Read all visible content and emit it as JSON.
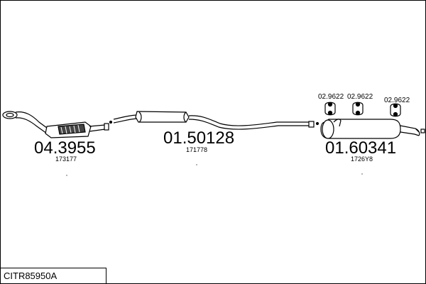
{
  "diagram_code": "CITR85950A",
  "parts": [
    {
      "part_number": "04.3955",
      "ref": "173177"
    },
    {
      "part_number": "01.50128",
      "ref": "171778"
    },
    {
      "part_number": "01.60341",
      "ref": "1726Y8"
    }
  ],
  "mounts": [
    {
      "part_number": "02.9622"
    },
    {
      "part_number": "02.9622"
    },
    {
      "part_number": "02.9622"
    }
  ]
}
